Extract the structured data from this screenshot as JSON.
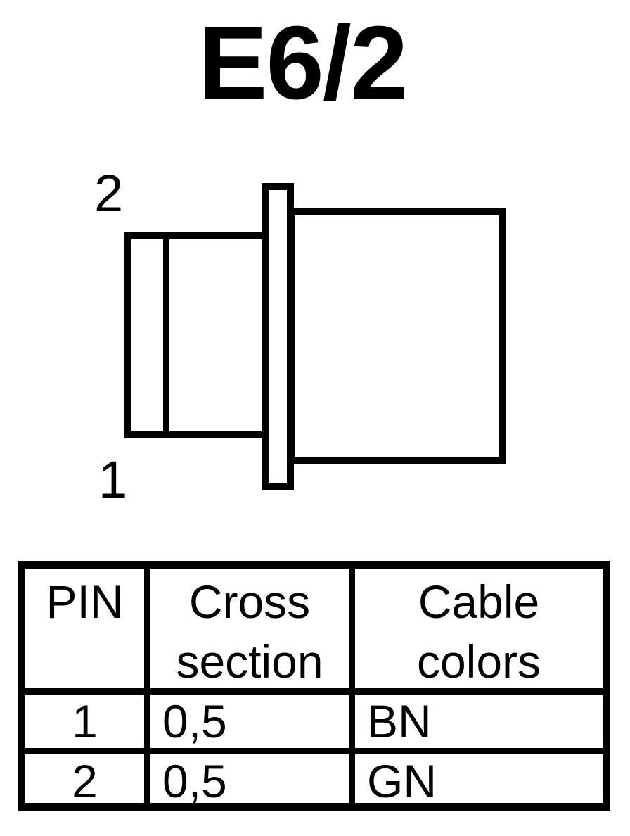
{
  "page": {
    "background_color": "#ffffff",
    "line_color": "#000000"
  },
  "title": "E6/2",
  "diagram": {
    "description": "connector-side-view",
    "pin_labels": [
      {
        "text": "2"
      },
      {
        "text": "1"
      }
    ]
  },
  "table": {
    "headers": [
      {
        "line1": "PIN",
        "line2": ""
      },
      {
        "line1": "Cross",
        "line2": "section"
      },
      {
        "line1": "Cable",
        "line2": "colors"
      }
    ],
    "rows": [
      {
        "pin": "1",
        "cross_section": "0,5",
        "cable_color": "BN"
      },
      {
        "pin": "2",
        "cross_section": "0,5",
        "cable_color": "GN"
      }
    ]
  }
}
